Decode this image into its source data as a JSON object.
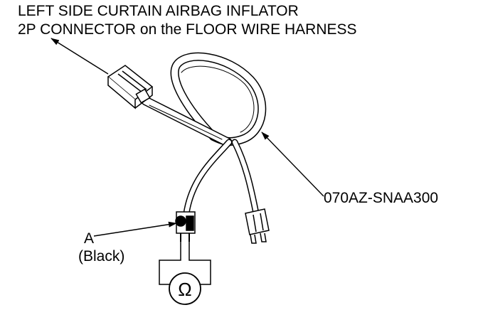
{
  "title": {
    "line1": "LEFT SIDE CURTAIN AIRBAG INFLATOR",
    "line2": "2P CONNECTOR on the FLOOR WIRE HARNESS"
  },
  "part_number": "070AZ-SNAA300",
  "callout_a": {
    "letter": "A",
    "color": "(Black)"
  },
  "ohmmeter_symbol": "Ω",
  "colors": {
    "ink": "#000000",
    "background": "#ffffff"
  }
}
